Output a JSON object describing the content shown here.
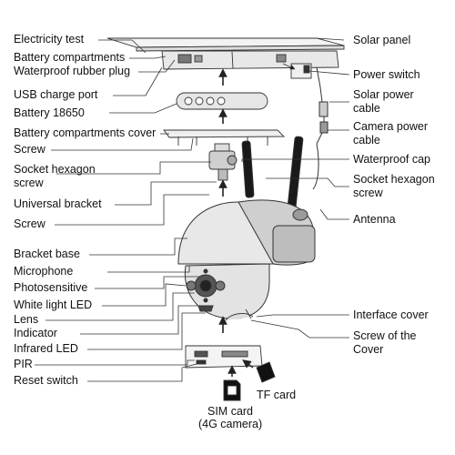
{
  "labels": {
    "electricity_test": "Electricity test",
    "battery_compartments": "Battery compartments",
    "waterproof_rubber_plug": "Waterproof rubber plug",
    "usb_charge_port": "USB charge port",
    "battery_18650": "Battery 18650",
    "battery_compartments_cover": "Battery compartments cover",
    "screw_1": "Screw",
    "socket_hexagon_screw_left_1": "Socket hexagon",
    "socket_hexagon_screw_left_2": "screw",
    "universal_bracket": "Universal bracket",
    "screw_2": "Screw",
    "bracket_base": "Bracket base",
    "microphone": "Microphone",
    "photosensitive": "Photosensitive",
    "white_light_led": "White light LED",
    "lens": "Lens",
    "indicator": "Indicator",
    "infrared_led": "Infrared LED",
    "pir": "PIR",
    "reset_switch": "Reset switch",
    "solar_panel": "Solar panel",
    "power_switch": "Power switch",
    "solar_power_cable_1": "Solar power",
    "solar_power_cable_2": "cable",
    "camera_power_cable_1": "Camera power",
    "camera_power_cable_2": "cable",
    "waterproof_cap": "Waterproof cap",
    "socket_hexagon_screw_right_1": "Socket hexagon",
    "socket_hexagon_screw_right_2": "screw",
    "antenna": "Antenna",
    "interface_cover": "Interface cover",
    "screw_of_cover_1": "Screw of the",
    "screw_of_cover_2": "Cover",
    "tf_card": "TF card",
    "sim_card_1": "SIM card",
    "sim_card_2": "(4G camera)"
  },
  "colors": {
    "line": "#333333",
    "body_light": "#e6e6e6",
    "body_mid": "#bdbdbd",
    "body_dark": "#555555",
    "accent_black": "#1a1a1a"
  }
}
